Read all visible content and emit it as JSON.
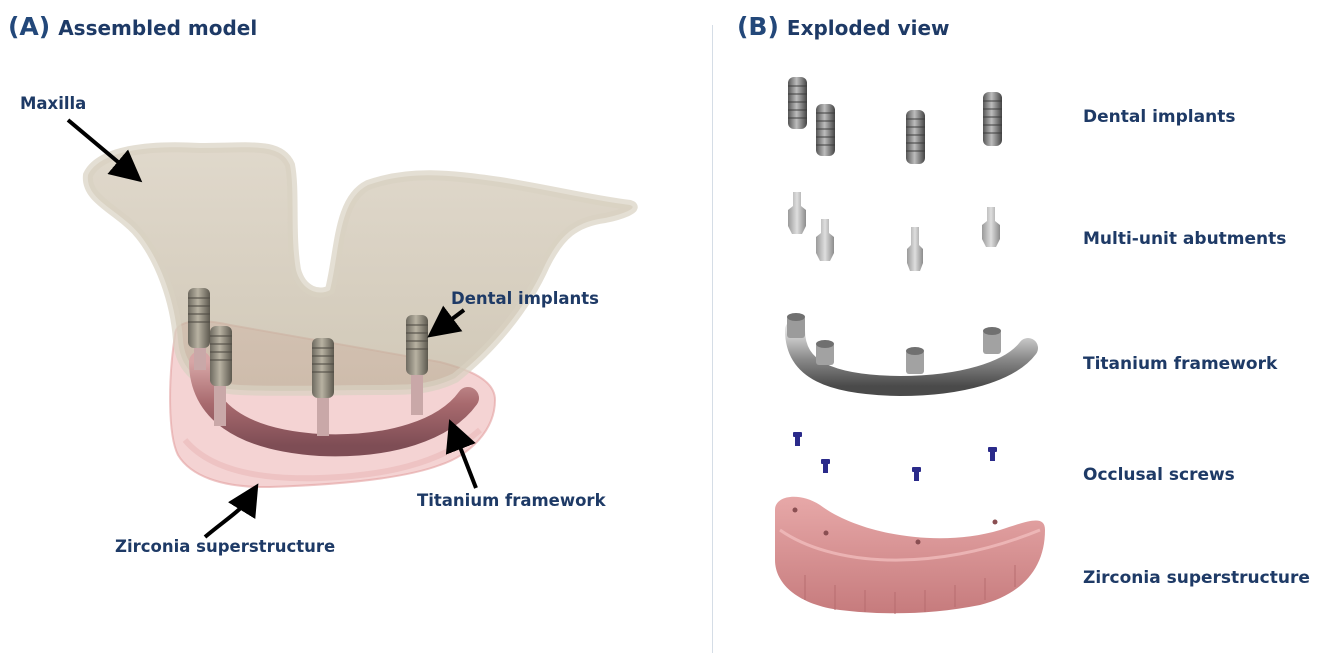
{
  "panel_a": {
    "tag": "(A)",
    "title": "Assembled model",
    "labels": {
      "maxilla": "Maxilla",
      "implants": "Dental implants",
      "framework": "Titanium framework",
      "superstructure": "Zirconia superstructure"
    }
  },
  "panel_b": {
    "tag": "(B)",
    "title": "Exploded view",
    "labels": {
      "implants": "Dental implants",
      "abutments": "Multi-unit abutments",
      "framework": "Titanium framework",
      "screws": "Occlusal screws",
      "superstructure": "Zirconia superstructure"
    }
  },
  "colors": {
    "title": "#1e3a66",
    "bone": "#cdc3b0",
    "pink": "#d98b8b",
    "metal": "#8a8a8a",
    "screw": "#2a2a8a"
  }
}
